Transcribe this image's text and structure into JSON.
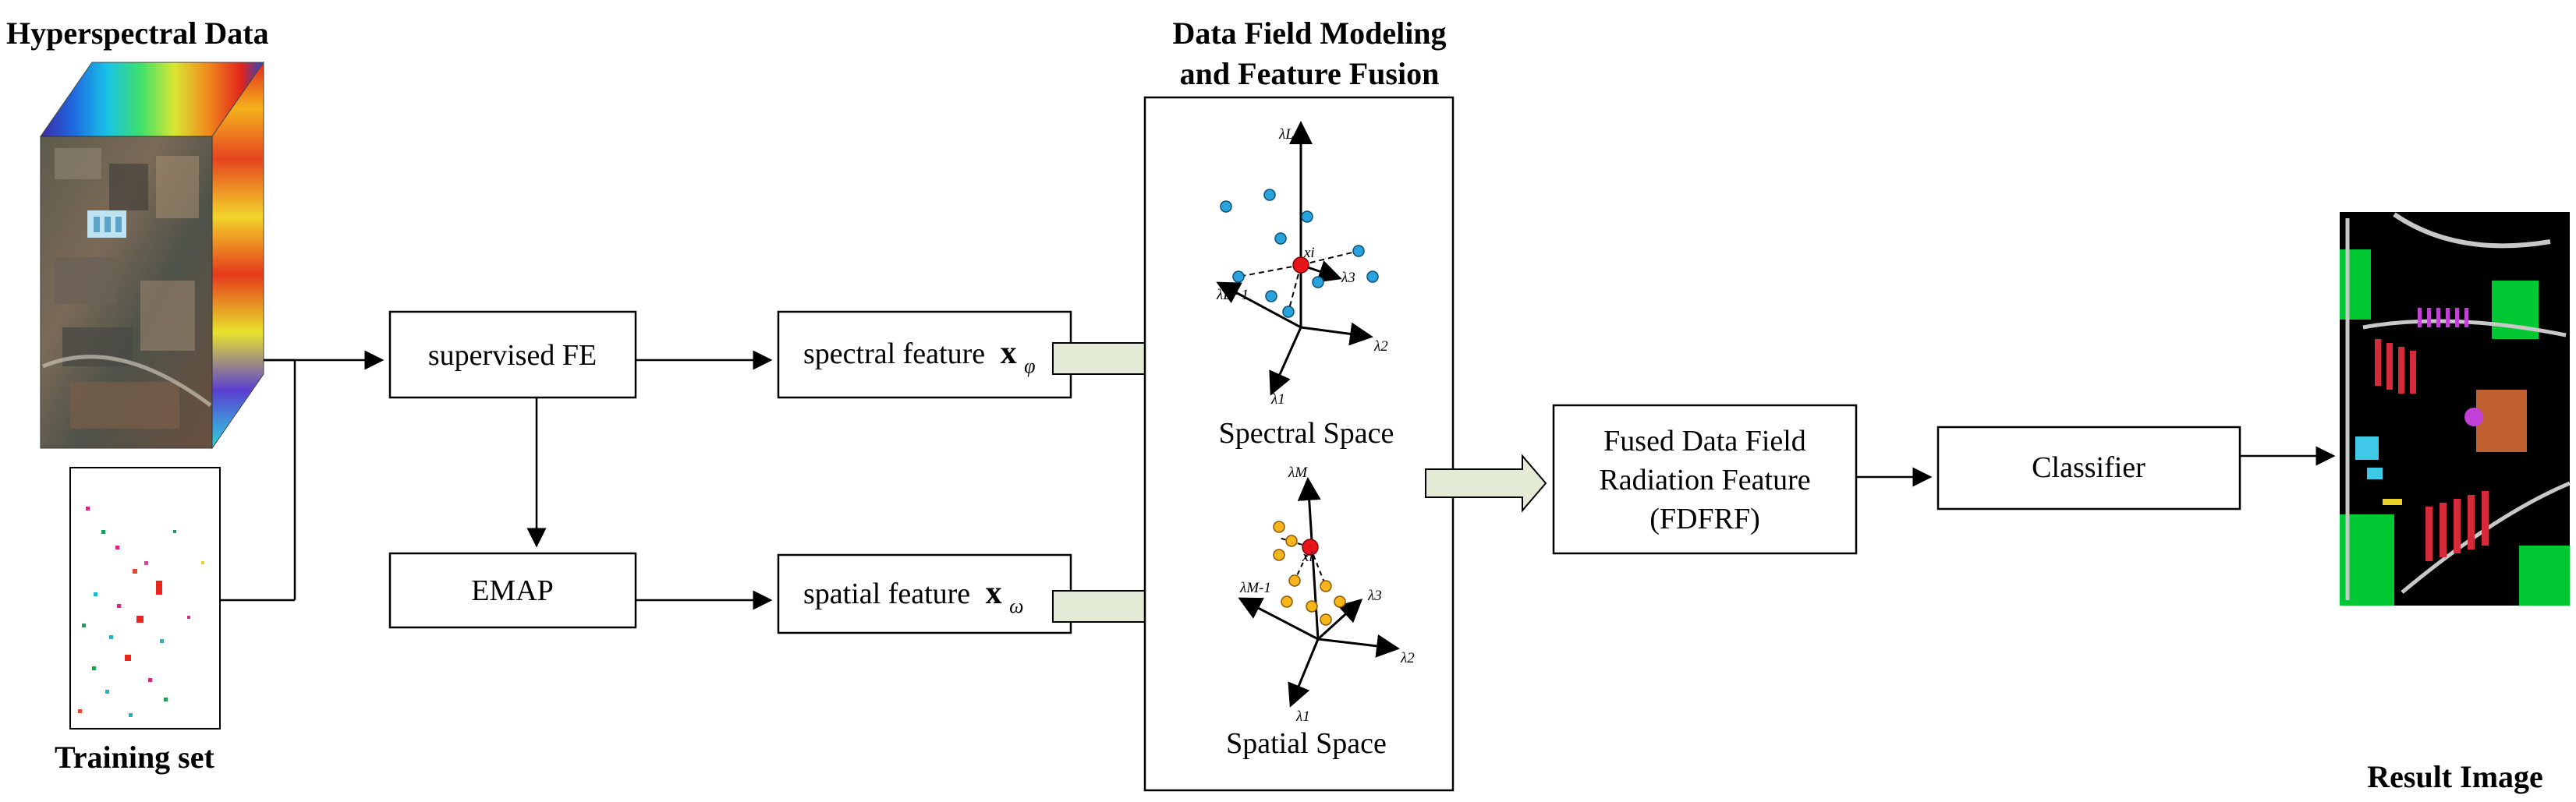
{
  "inputs": {
    "hyperspectral_title": "Hyperspectral  Data",
    "training_title": "Training set"
  },
  "boxes": {
    "supervised_fe": "supervised FE",
    "emap": "EMAP",
    "spectral_feature": "spectral feature",
    "spectral_feature_symbol": "x",
    "spectral_feature_sub": "φ",
    "spatial_feature": "spatial feature",
    "spatial_feature_symbol": "x",
    "spatial_feature_sub": "ω",
    "fdfrf_line1": "Fused Data Field",
    "fdfrf_line2": "Radiation Feature",
    "fdfrf_line3": "(FDFRF)",
    "classifier": "Classifier"
  },
  "fusion": {
    "title_line1": "Data Field Modeling",
    "title_line2": "and Feature Fusion",
    "spectral_space": "Spectral Space",
    "spatial_space": "Spatial Space",
    "spectral_axes": {
      "top": "λL",
      "left": "λL−1",
      "right_up": "λ3",
      "right": "λ2",
      "down": "λ1",
      "point": "xi"
    },
    "spatial_axes": {
      "top": "λM",
      "left": "λM-1",
      "right_up": "λ3",
      "right": "λ2",
      "down": "λ1",
      "point": "xi"
    }
  },
  "output": {
    "result_title": "Result Image"
  },
  "colors": {
    "spectral_dot": "#29a3dc",
    "spatial_dot": "#f5b51b",
    "center_dot": "#e8141b",
    "fat_arrow_fill": "#e3ead6",
    "result_background": "#000000",
    "result_grass": "#00c832"
  }
}
